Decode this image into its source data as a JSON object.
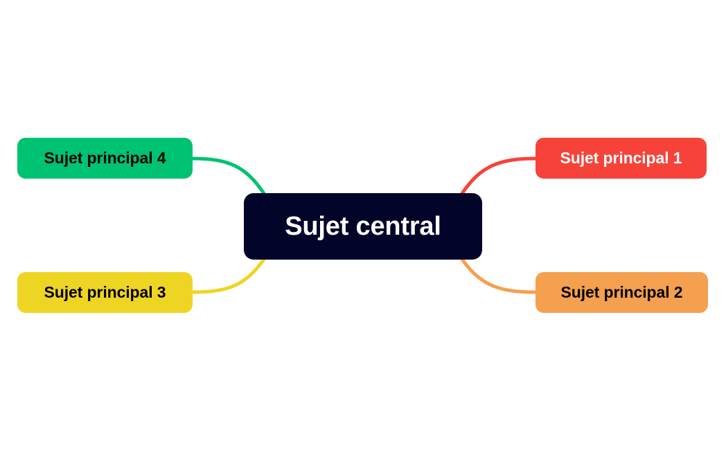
{
  "diagram": {
    "type": "mind-map",
    "language": "fr",
    "background_color": "#FFFFFF",
    "central": {
      "label": "Sujet central",
      "fill_color": "#03042A",
      "text_color": "#FFFFFF"
    },
    "branches": [
      {
        "id": "topic-1",
        "label": "Sujet principal 1",
        "fill_color": "#F7423A",
        "text_color": "#FFFFFF",
        "connector_color": "#F7423A",
        "side": "right",
        "position": "top"
      },
      {
        "id": "topic-2",
        "label": "Sujet principal 2",
        "fill_color": "#F5A04F",
        "text_color": "#000000",
        "connector_color": "#F5A04F",
        "side": "right",
        "position": "bottom"
      },
      {
        "id": "topic-3",
        "label": "Sujet principal 3",
        "fill_color": "#EFD523",
        "text_color": "#000000",
        "connector_color": "#EFD523",
        "side": "left",
        "position": "bottom"
      },
      {
        "id": "topic-4",
        "label": "Sujet principal 4",
        "fill_color": "#00C273",
        "text_color": "#000000",
        "connector_color": "#00C273",
        "side": "left",
        "position": "top"
      }
    ]
  }
}
